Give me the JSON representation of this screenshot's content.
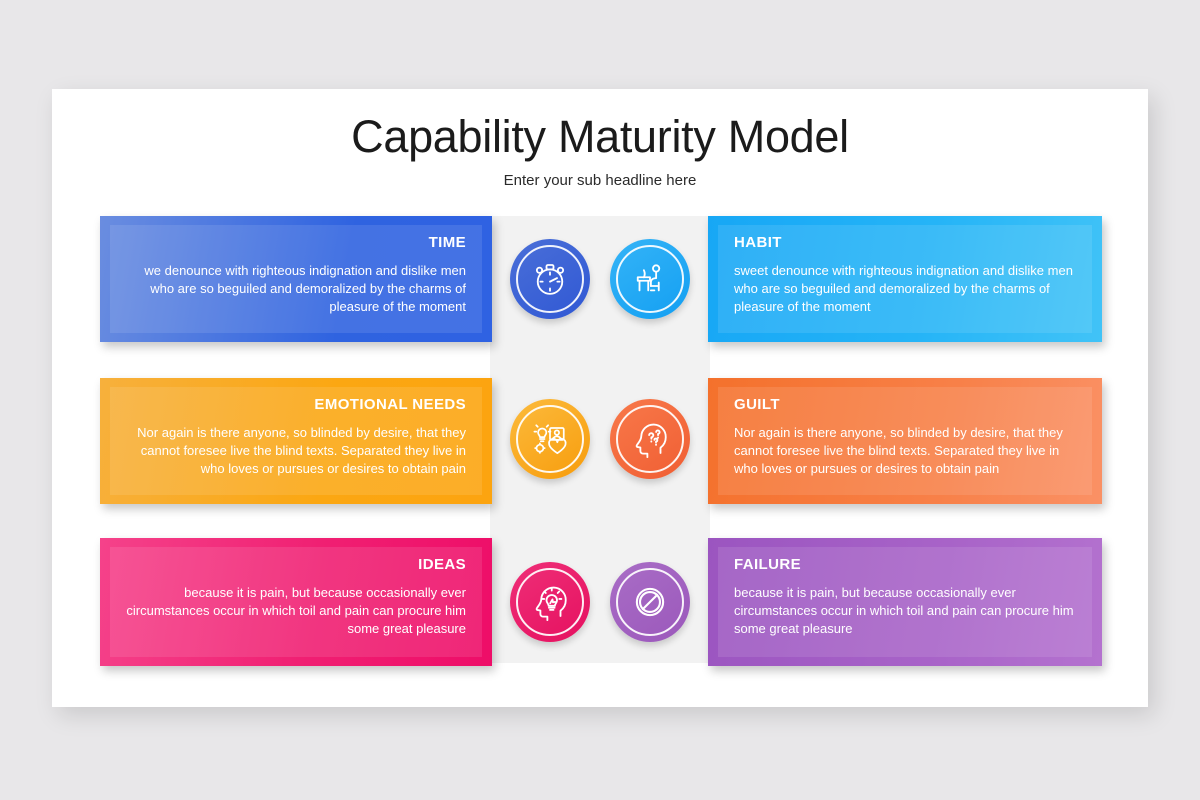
{
  "slide": {
    "title": "Capability Maturity Model",
    "subtitle": "Enter your sub headline here"
  },
  "colors": {
    "background": "#e8e7e9",
    "panel": "#ffffff",
    "center_column": "#f2f2f2",
    "time": "#2f63e0",
    "habit": "#25b4f7",
    "emotional_needs": "#fba712",
    "guilt": "#f4712c",
    "ideas": "#f01f72",
    "failure": "#a863c8"
  },
  "cards": [
    {
      "id": "time",
      "label": "TIME",
      "desc": "we denounce with righteous indignation and dislike men who are so beguiled and demoralized by the charms of pleasure of the moment",
      "icon": "stopwatch-icon",
      "side": "left",
      "row": 1
    },
    {
      "id": "habit",
      "label": "HABIT",
      "desc": "sweet denounce with righteous indignation and dislike men who are so beguiled and demoralized by the charms of pleasure of the moment",
      "icon": "person-at-desk-icon",
      "side": "right",
      "row": 1
    },
    {
      "id": "emotional_needs",
      "label": "EMOTIONAL NEEDS",
      "desc": "Nor again is there anyone, so blinded by desire, that they cannot foresee live the blind texts. Separated they live in who loves or pursues or desires to obtain pain",
      "icon": "emotional-needs-icon",
      "side": "left",
      "row": 2
    },
    {
      "id": "guilt",
      "label": "GUILT",
      "desc": "Nor again is there anyone, so blinded by desire, that they cannot foresee live the blind texts. Separated they live in who loves or pursues or desires to obtain pain",
      "icon": "head-question-marks-icon",
      "side": "right",
      "row": 2
    },
    {
      "id": "ideas",
      "label": "IDEAS",
      "desc": "because it is pain, but because occasionally ever circumstances occur in which toil and pain can procure him some great pleasure",
      "icon": "head-lightbulb-icon",
      "side": "left",
      "row": 3
    },
    {
      "id": "failure",
      "label": "FAILURE",
      "desc": "because it is pain, but because occasionally ever circumstances occur in which toil and pain can procure him some great pleasure",
      "icon": "prohibition-sign-icon",
      "side": "right",
      "row": 3
    }
  ]
}
